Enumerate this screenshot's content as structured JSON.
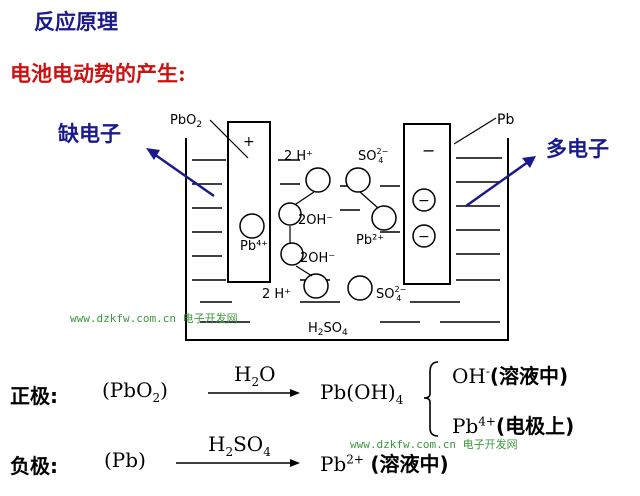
{
  "title": "反应原理",
  "section": "电池电动势的产生:",
  "labels": {
    "lack": "缺电子",
    "more": "多电子"
  },
  "diagram": {
    "left_electrode": "PbO",
    "left_electrode_sub": "2",
    "left_sign": "+",
    "right_electrode": "Pb",
    "right_sign": "−",
    "electrolyte": "H",
    "electrolyte_sub1": "2",
    "electrolyte_mid": "SO",
    "electrolyte_sub2": "4",
    "ion_top_left": "2 H⁺",
    "ion_top_right": "SO",
    "ion_top_right_sup": "2−",
    "ion_top_right_sub": "4",
    "ion_oh1": "2OH⁻",
    "ion_oh2": "2OH⁻",
    "ion_pb4": "Pb⁴⁺",
    "ion_pb2": "Pb²⁺",
    "ion_bottom_left": "2 H⁺",
    "ion_bottom_right": "SO",
    "ion_bottom_right_sup": "2−",
    "ion_bottom_right_sub": "4",
    "electron": "−"
  },
  "watermark": "www.dzkfw.com.cn 电子开发网",
  "equations": {
    "positive": {
      "label": "正极:",
      "reactant": "(PbO",
      "reactant_sub": "2",
      "reactant_end": ")",
      "condition": "H",
      "condition_sub": "2",
      "condition_end": "O",
      "product": "Pb(OH)",
      "product_sub": "4",
      "branch1": "OH",
      "branch1_sup": "-",
      "branch1_note": "(溶液中)",
      "branch2": "Pb",
      "branch2_sup": "4+",
      "branch2_note": "(电极上)"
    },
    "negative": {
      "label": "负极:",
      "reactant": "(Pb)",
      "condition": "H",
      "condition_sub": "2",
      "condition_mid": "SO",
      "condition_sub2": "4",
      "product": "Pb",
      "product_sup": "2+",
      "product_note": "(溶液中)"
    }
  },
  "colors": {
    "title": "#1a1a8c",
    "section": "#cc1111",
    "arrow": "#1a1a8c",
    "watermark": "#3a9a3a"
  }
}
